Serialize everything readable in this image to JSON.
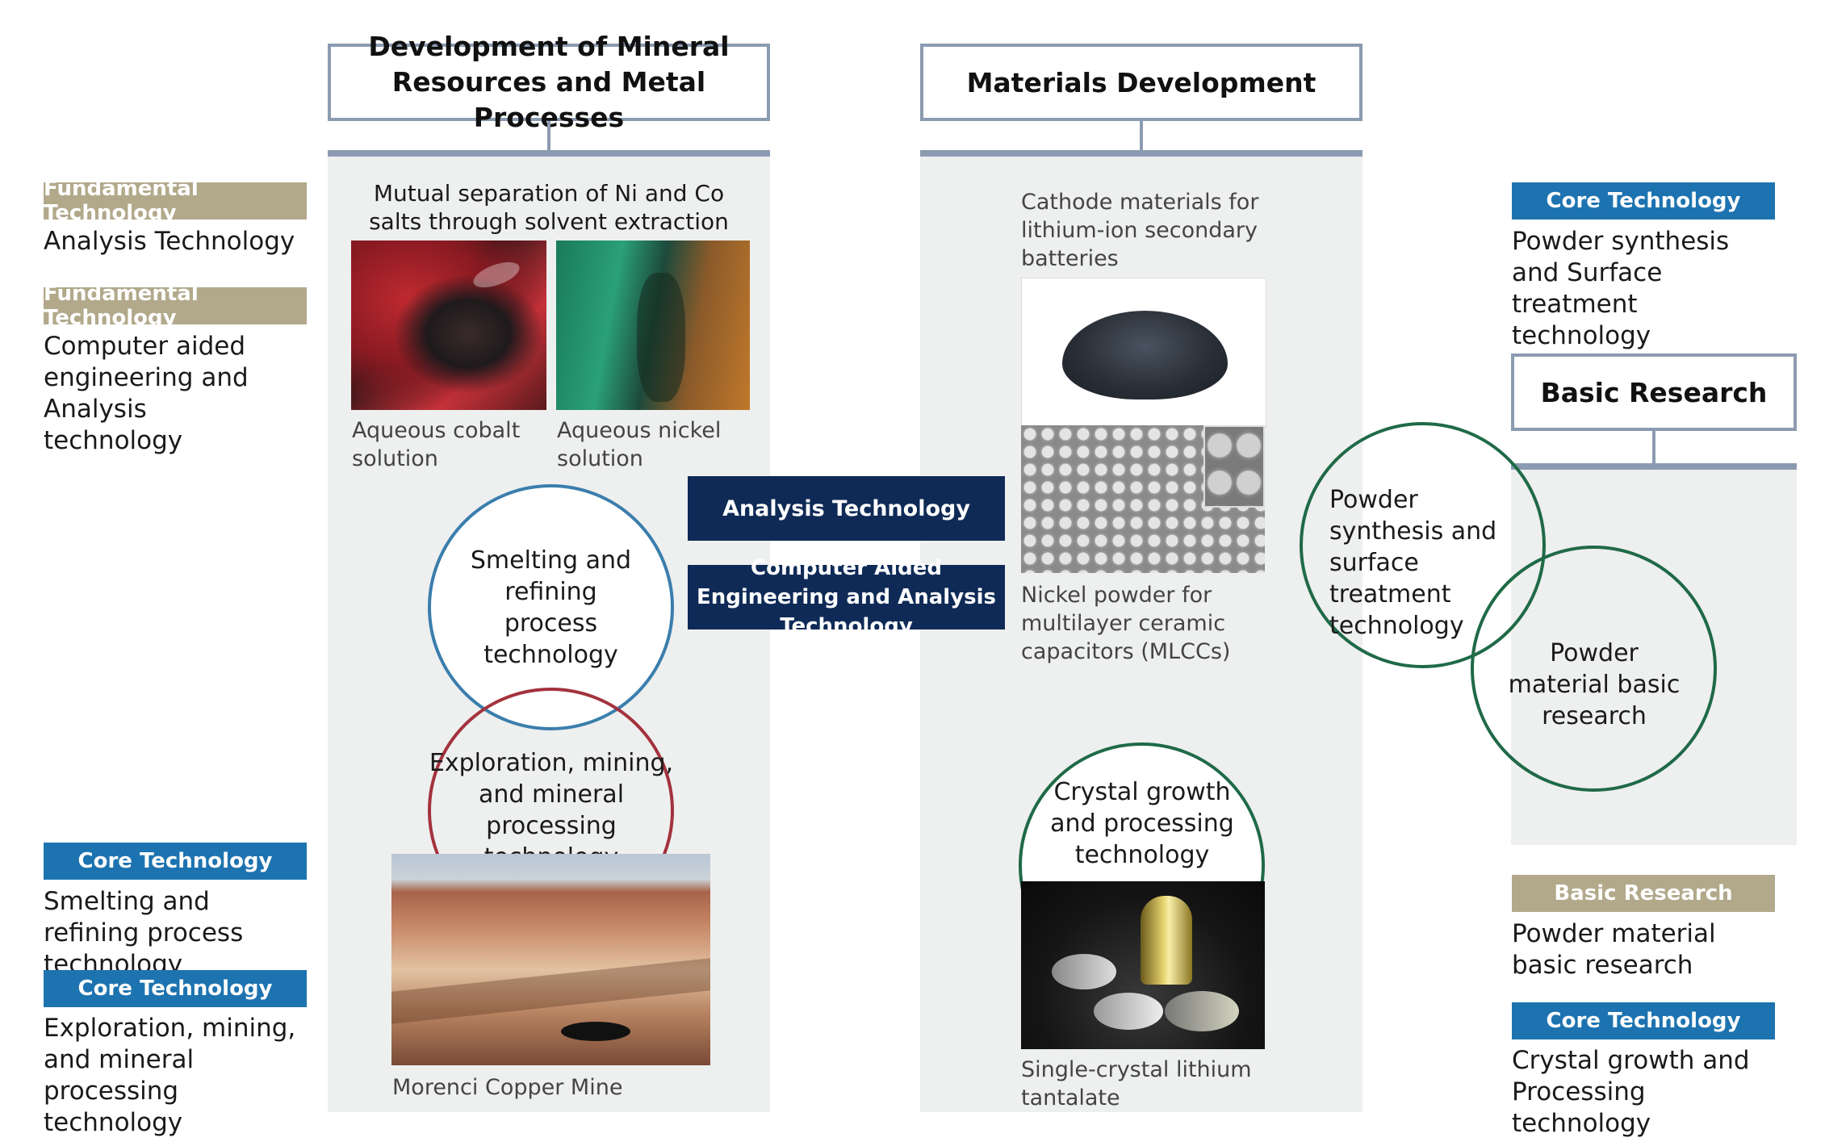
{
  "headers": {
    "mineral": "Development of Mineral Resources and Metal Processes",
    "materials": "Materials Development",
    "basic": "Basic Research"
  },
  "left_tags": [
    {
      "tag": "Fundamental Technology",
      "text": "Analysis Technology"
    },
    {
      "tag": "Fundamental Technology",
      "text": "Computer aided engineering and Analysis technology"
    },
    {
      "tag": "Core Technology",
      "text": "Smelting and refining process technology"
    },
    {
      "tag": "Core Technology",
      "text": "Exploration, mining, and mineral processing technology"
    }
  ],
  "right_tags": [
    {
      "tag": "Core Technology",
      "text": "Powder synthesis and Surface treatment technology"
    },
    {
      "tag": "Basic Research",
      "text": "Powder material basic research"
    },
    {
      "tag": "Core Technology",
      "text": "Crystal growth and Processing technology"
    }
  ],
  "mineral_panel": {
    "caption_top": "Mutual separation of Ni and Co salts through solvent extraction",
    "cap_cobalt": "Aqueous cobalt solution",
    "cap_nickel": "Aqueous nickel solution",
    "circle_smelting": "Smelting and refining process technology",
    "circle_exploration": "Exploration, mining, and mineral processing technology",
    "cap_mine": "Morenci Copper Mine"
  },
  "center": {
    "analysis": "Analysis Technology",
    "cae": "Computer Aided Engineering and Analysis Technology"
  },
  "materials_panel": {
    "cap_cathode": "Cathode materials for lithium-ion secondary batteries",
    "cap_nickel_powder": "Nickel powder for multilayer ceramic capacitors (MLCCs)",
    "circle_crystal": "Crystal growth and processing technology",
    "cap_crystal": "Single-crystal lithium tantalate"
  },
  "basic_panel": {
    "circle_powder_synthesis": "Powder synthesis and surface treatment technology",
    "circle_powder_material": "Powder material basic research"
  },
  "colors": {
    "header_border": "#8b9bb1",
    "panel_bg": "#eeefef",
    "beige_tag": "#b2a98b",
    "blue_tag": "#1d73b0",
    "navy": "#0f2a56",
    "circle_blue": "#3a7ead",
    "circle_red": "#a3323c",
    "circle_green": "#1f6a47"
  }
}
